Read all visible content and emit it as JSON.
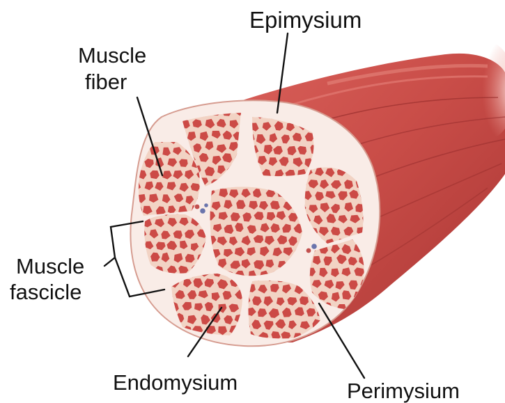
{
  "labels": {
    "epimysium": "Epimysium",
    "muscle_fiber_line1": "Muscle",
    "muscle_fiber_line2": "fiber",
    "muscle_fascicle_line1": "Muscle",
    "muscle_fascicle_line2": "fascicle",
    "endomysium": "Endomysium",
    "perimysium": "Perimysium"
  },
  "colors": {
    "muscle_surface": "#c94d48",
    "muscle_highlight": "#e98f86",
    "muscle_shadow": "#9f2f2e",
    "connective_tissue": "#f9ece7",
    "fiber": "#cc4a46",
    "fiber_line": "#f2d3c4",
    "vessel_red": "#c2504e",
    "vessel_blue": "#6a74ac"
  }
}
